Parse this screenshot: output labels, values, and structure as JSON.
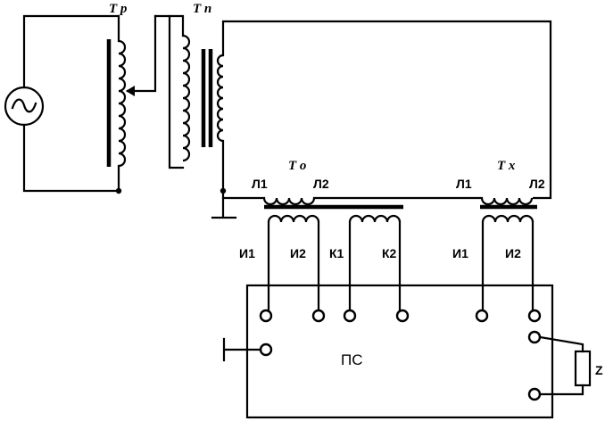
{
  "labels": {
    "regulator": "Т р",
    "intermediate": "Т п",
    "reference_tt": "Т о",
    "tested_tt": "Т х",
    "device": "ПС",
    "load": "Z",
    "ref_primary_start": "Л1",
    "ref_primary_end": "Л2",
    "test_primary_start": "Л1",
    "test_primary_end": "Л2",
    "ref_secondary_i1": "И1",
    "ref_secondary_i2": "И2",
    "ref_secondary_k1": "К1",
    "ref_secondary_k2": "К2",
    "test_secondary_i1": "И1",
    "test_secondary_i2": "И2"
  },
  "icons": {
    "ac_source": "ac-source-icon",
    "ground": "ground-icon"
  },
  "colors": {
    "ink": "#000000",
    "paper": "#ffffff"
  }
}
